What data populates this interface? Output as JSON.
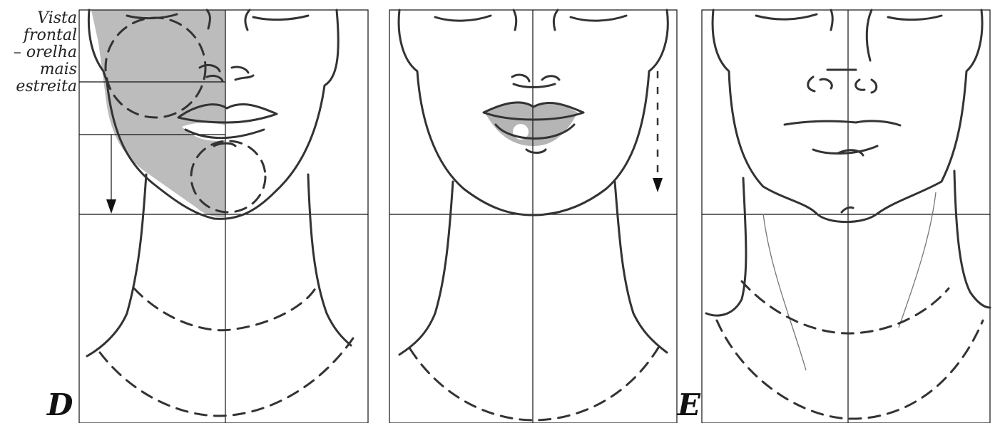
{
  "annotation": {
    "lines": [
      "Vista",
      "frontal",
      "– orelha",
      "mais",
      "estreita"
    ]
  },
  "panel_labels": {
    "first": "D",
    "third": "E"
  },
  "colors": {
    "line": "#333333",
    "shading": "#b5b5b5",
    "grid": "#111111"
  }
}
